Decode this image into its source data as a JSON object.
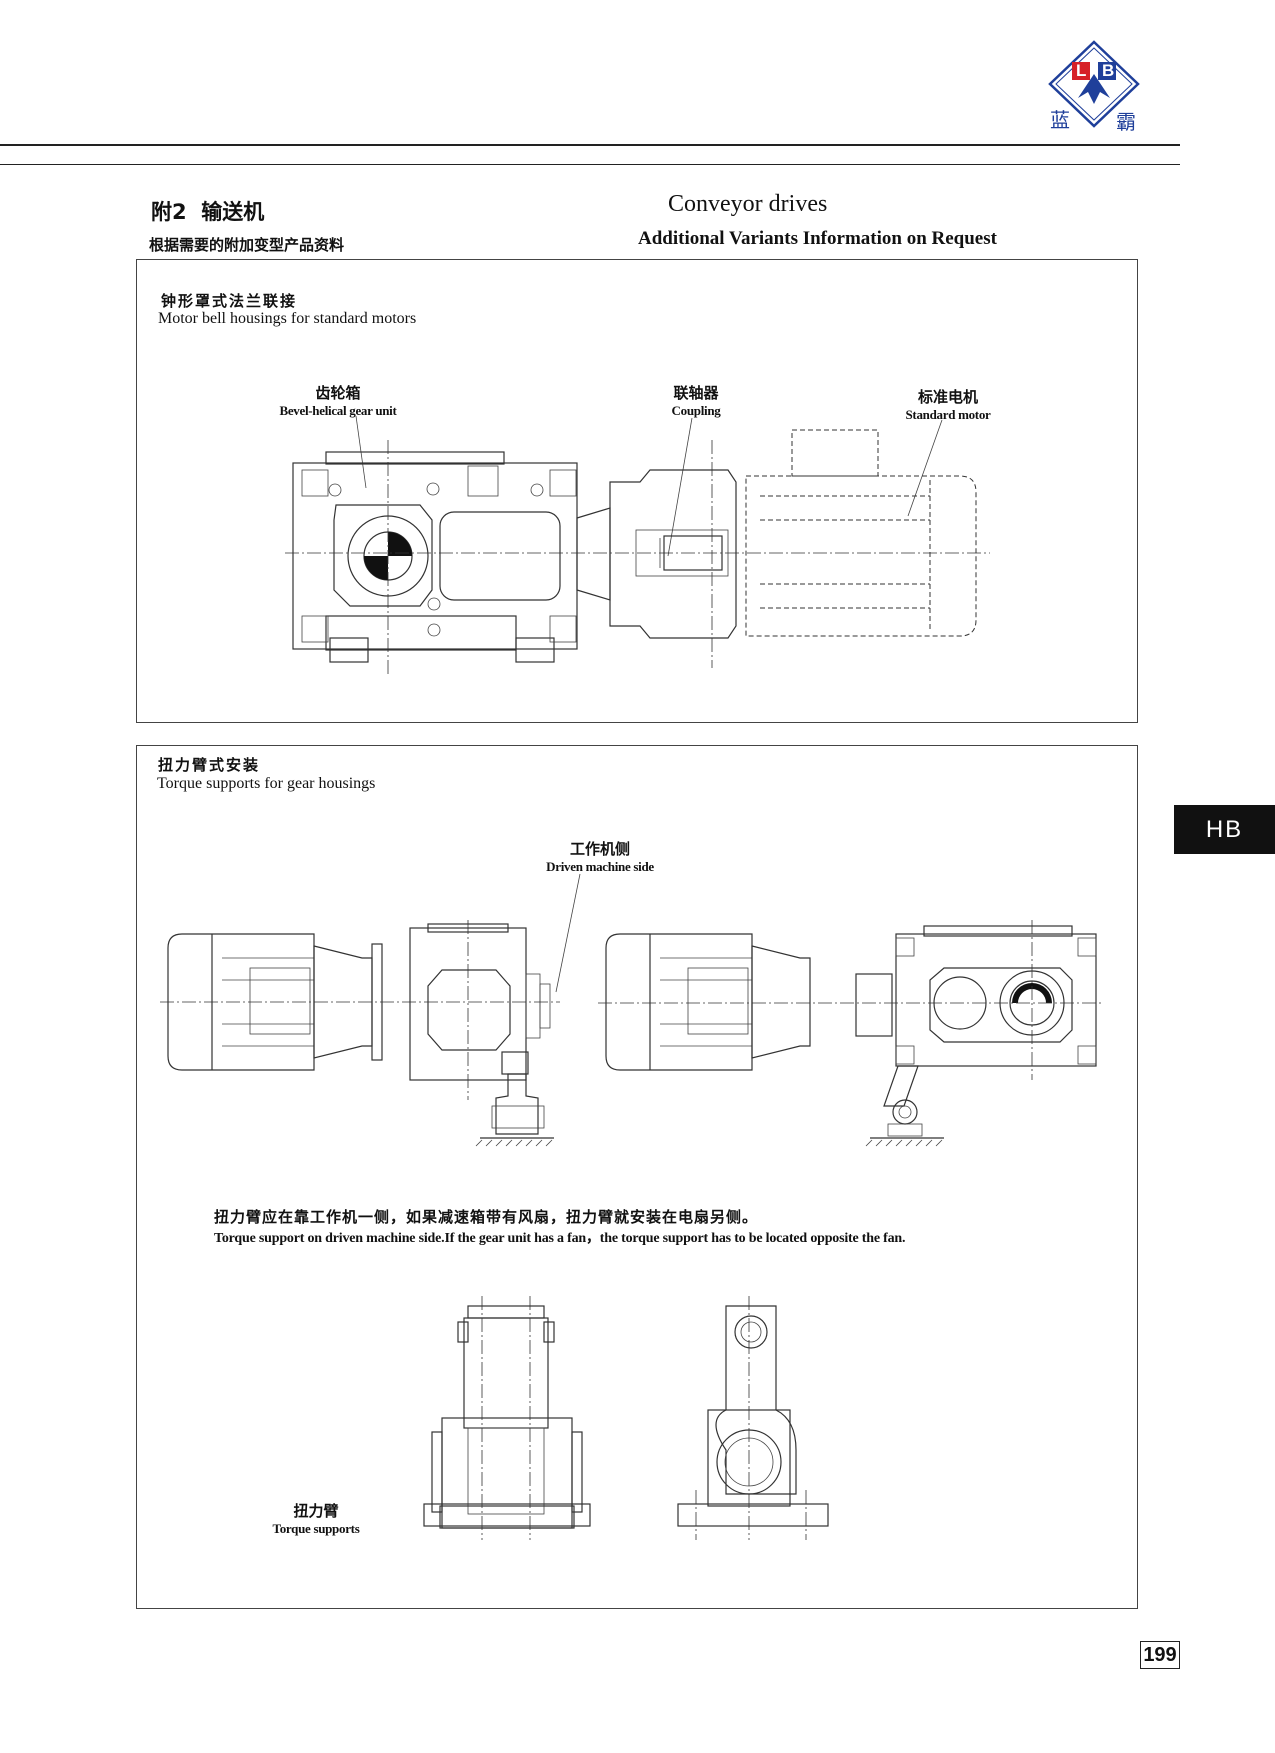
{
  "logo": {
    "letters_left": "L",
    "letters_right": "B",
    "brand_cn_left": "蓝",
    "brand_cn_right": "霸",
    "colors": {
      "red": "#d62027",
      "blue": "#1f3f9a"
    }
  },
  "header": {
    "title_cn": "附2  输送机",
    "title_en": "Conveyor drives",
    "subtitle_cn": "根据需要的附加变型产品资料",
    "subtitle_en": "Additional Variants Information on Request"
  },
  "section1": {
    "label_cn": "钟形罩式法兰联接",
    "label_en": "Motor bell housings for standard motors",
    "callouts": [
      {
        "cn": "齿轮箱",
        "en": "Bevel-helical gear unit"
      },
      {
        "cn": "联轴器",
        "en": "Coupling"
      },
      {
        "cn": "标准电机",
        "en": "Standard motor"
      }
    ]
  },
  "section2": {
    "label_cn": "扭力臂式安装",
    "label_en": "Torque  supports for gear housings",
    "driven_side_cn": "工作机侧",
    "driven_side_en": "Driven machine side",
    "note_cn": "扭力臂应在靠工作机一侧，如果减速箱带有风扇，扭力臂就安装在电扇另侧。",
    "note_en": "Torque support on driven machine side.If the gear unit has a fan，the torque support has to be located opposite the fan.",
    "torque_cn": "扭力臂",
    "torque_en": "Torque supports"
  },
  "side_tab": "HB",
  "page_number": "199"
}
